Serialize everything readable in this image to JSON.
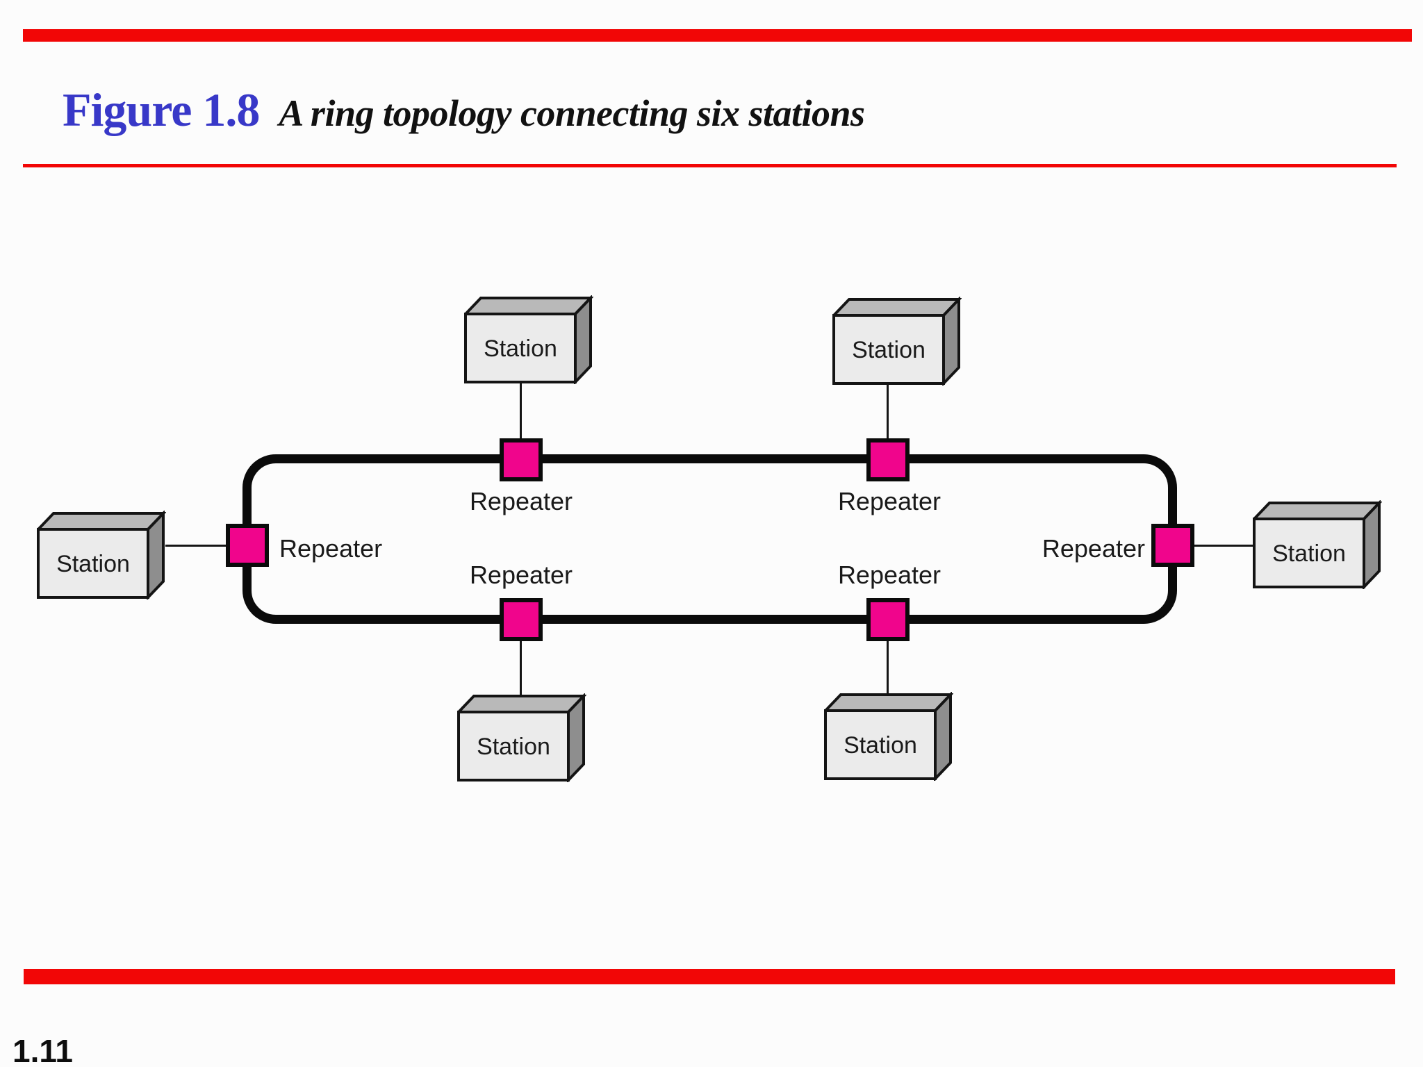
{
  "header": {
    "figure_label": "Figure 1.8",
    "figure_caption": "A ring topology connecting six stations"
  },
  "footer": {
    "page_number": "1.11"
  },
  "colors": {
    "accent_red": "#f20606",
    "figure_label_blue": "#3838c8",
    "repeater_pink": "#f0058c",
    "station_front_gray": "#ebebeb",
    "station_top_gray": "#b9b9b9",
    "station_side_gray": "#8e8e8e",
    "ring_black": "#0b0b0b"
  },
  "diagram": {
    "type": "ring-topology",
    "station_count": 6,
    "repeater_count": 6,
    "stations": [
      {
        "position": "top-left",
        "label": "Station"
      },
      {
        "position": "top-right",
        "label": "Station"
      },
      {
        "position": "left",
        "label": "Station"
      },
      {
        "position": "right",
        "label": "Station"
      },
      {
        "position": "bottom-left",
        "label": "Station"
      },
      {
        "position": "bottom-right",
        "label": "Station"
      }
    ],
    "repeaters": [
      {
        "position": "top-left",
        "label": "Repeater"
      },
      {
        "position": "top-right",
        "label": "Repeater"
      },
      {
        "position": "left",
        "label": "Repeater"
      },
      {
        "position": "right",
        "label": "Repeater"
      },
      {
        "position": "bottom-left",
        "label": "Repeater"
      },
      {
        "position": "bottom-right",
        "label": "Repeater"
      }
    ]
  }
}
